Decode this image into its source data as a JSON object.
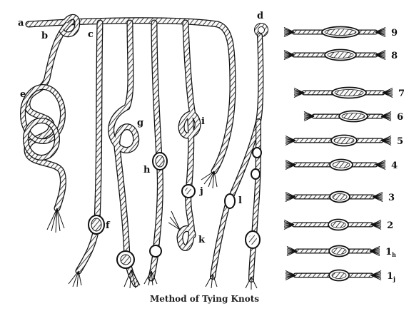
{
  "caption": "Method of Tying Knots",
  "labels": {
    "a": "a",
    "b": "b",
    "c": "c",
    "d": "d",
    "e": "e",
    "f": "f",
    "g": "g",
    "h": "h",
    "i": "i",
    "j": "j",
    "k": "k",
    "l": "l"
  },
  "right_knots": [
    "9",
    "8",
    "7",
    "6",
    "5",
    "4",
    "3",
    "2",
    "1h",
    "1j"
  ]
}
